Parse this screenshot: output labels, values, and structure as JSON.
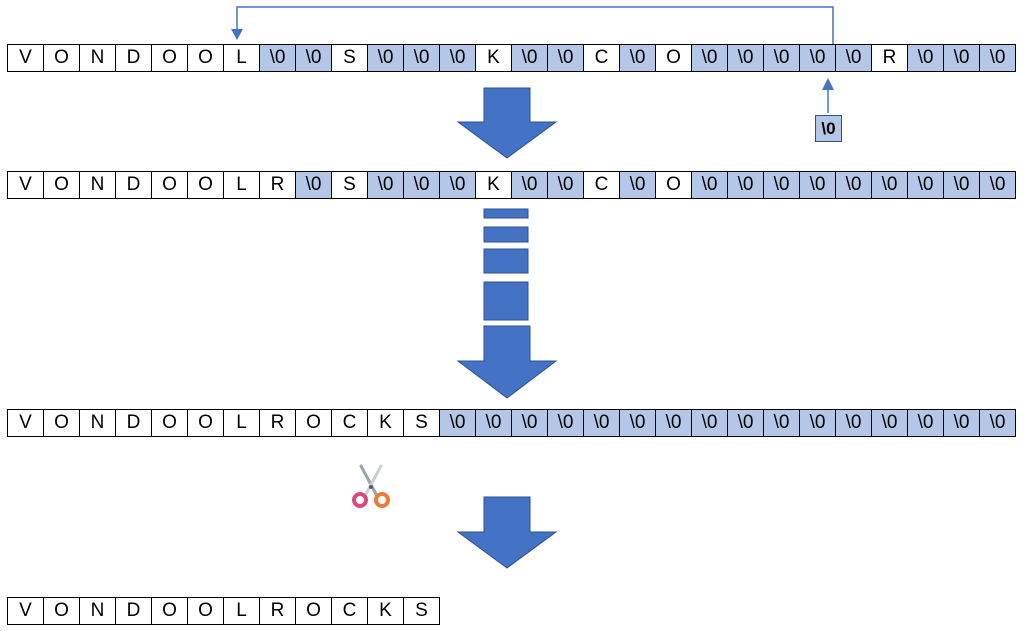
{
  "rows": [
    [
      "V",
      "O",
      "N",
      "D",
      "O",
      "O",
      "L",
      "\\0",
      "\\0",
      "S",
      "\\0",
      "\\0",
      "\\0",
      "K",
      "\\0",
      "\\0",
      "C",
      "\\0",
      "O",
      "\\0",
      "\\0",
      "\\0",
      "\\0",
      "\\0",
      "R",
      "\\0",
      "\\0",
      "\\0"
    ],
    [
      "V",
      "O",
      "N",
      "D",
      "O",
      "O",
      "L",
      "R",
      "\\0",
      "S",
      "\\0",
      "\\0",
      "\\0",
      "K",
      "\\0",
      "\\0",
      "C",
      "\\0",
      "O",
      "\\0",
      "\\0",
      "\\0",
      "\\0",
      "\\0",
      "\\0",
      "\\0",
      "\\0",
      "\\0"
    ],
    [
      "V",
      "O",
      "N",
      "D",
      "O",
      "O",
      "L",
      "R",
      "O",
      "C",
      "K",
      "S",
      "\\0",
      "\\0",
      "\\0",
      "\\0",
      "\\0",
      "\\0",
      "\\0",
      "\\0",
      "\\0",
      "\\0",
      "\\0",
      "\\0",
      "\\0",
      "\\0",
      "\\0",
      "\\0"
    ],
    [
      "V",
      "O",
      "N",
      "D",
      "O",
      "O",
      "L",
      "R",
      "O",
      "C",
      "K",
      "S"
    ]
  ],
  "null_marker": "\\0",
  "colors": {
    "null_fill": "#b4c7e7",
    "arrow_fill": "#4472c4",
    "arrow_stroke": "#2f528f",
    "line": "#4472c4"
  },
  "icons": {
    "scissors": "scissors-icon"
  }
}
